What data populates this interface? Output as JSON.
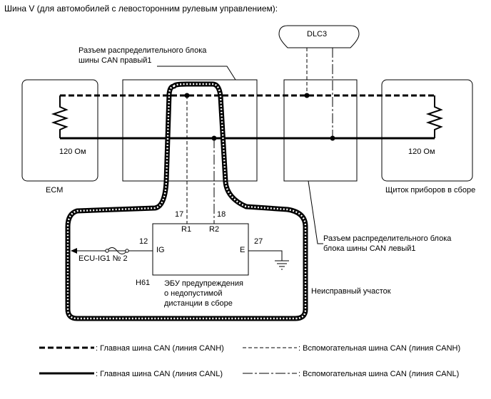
{
  "title": "Шина V (для автомобилей с левосторонним рулевым управлением):",
  "components": {
    "ecm": "ECM",
    "instrument_panel": "Щиток приборов в сборе",
    "dlc3": "DLC3",
    "junction_right_line1": "Разъем распределительного блока",
    "junction_right_line2": "шины CAN правый1",
    "junction_left_line1": "Разъем распределительного блока",
    "junction_left_line2": "блока шины CAN левый1",
    "ecu_line1": "ЭБУ предупреждения",
    "ecu_line2": "о недопустимой",
    "ecu_line3": "дистанции в сборе",
    "ecu_connector": "H61",
    "fault_area": "Неисправный участок"
  },
  "resistors": {
    "left": "120 Ом",
    "right": "120 Ом"
  },
  "pins": {
    "r1_num": "17",
    "r2_num": "18",
    "r1": "R1",
    "r2": "R2",
    "ig_num": "12",
    "ig": "IG",
    "e_num": "27",
    "e": "E",
    "power": "ECU-IG1 № 2"
  },
  "legend": {
    "main_canh": ": Главная шина CAN (линия CANH)",
    "sub_canh": ": Вспомогательная шина CAN (линия CANH)",
    "main_canl": ": Главная шина CAN (линия CANL)",
    "sub_canl": ": Вспомогательная шина CAN (линия CANL)"
  }
}
